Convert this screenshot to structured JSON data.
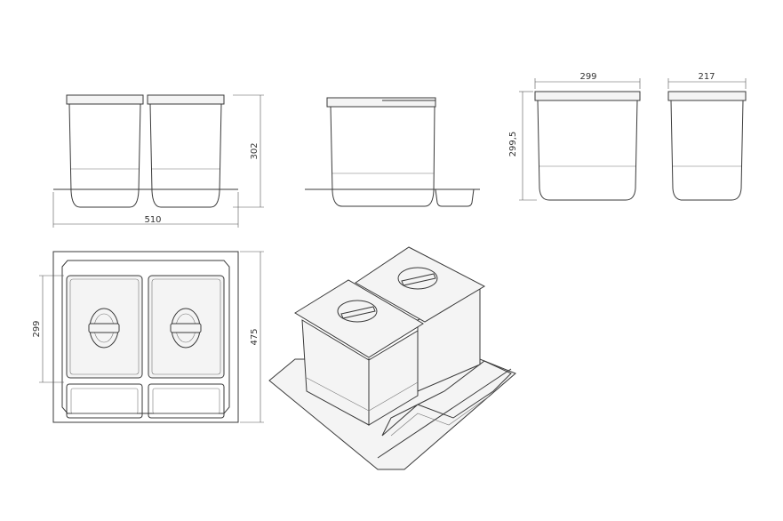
{
  "dimensions": {
    "front_height": "302",
    "front_width": "510",
    "bin_width": "299",
    "bin_depth": "217",
    "bin_height": "299,5",
    "top_bin_length": "299",
    "top_depth": "475"
  }
}
